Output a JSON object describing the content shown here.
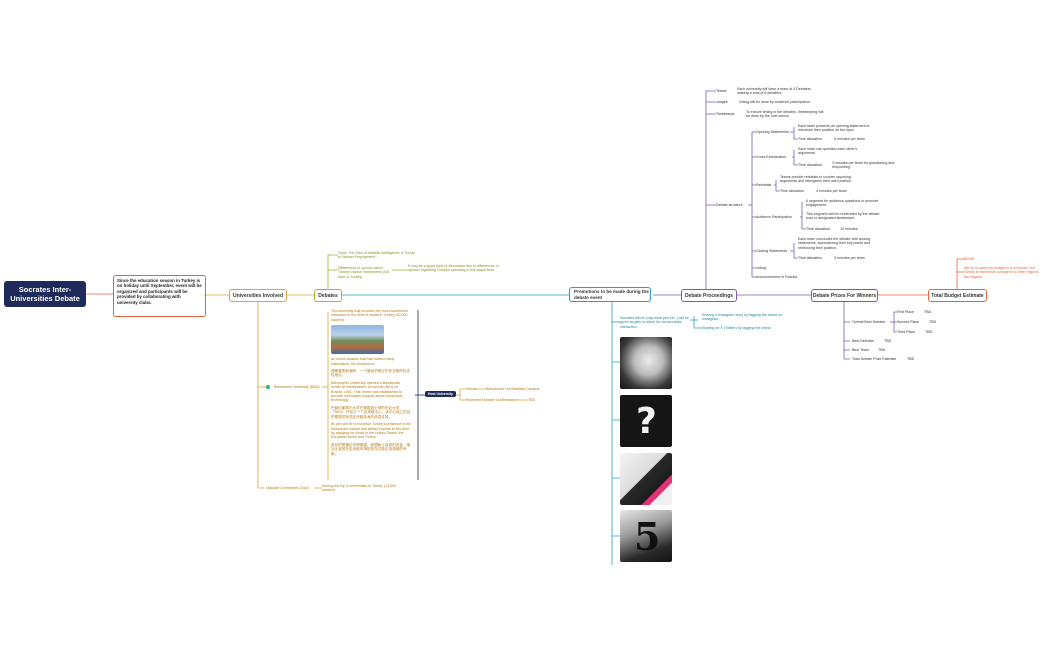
{
  "root": "Socrates Inter-Universities Debate",
  "intro": "Since the education season in Turkey is on holiday until September, event will be organized and participants will be provided by collaborating with university clubs.",
  "main_topics": {
    "universities": "Universities Involved",
    "debates": "Debates",
    "promotions": "Promotions to be made during the debate event",
    "proceedings": "Debate Proceedings",
    "prizes": "Debate Prizes For Winners",
    "budget": "Total Budget Estimate"
  },
  "debates": {
    "topic": "Topic: The Rise of Artificial Intelligence: A Threat to Human Employment?",
    "option": "Differences of opinion about Turkey's space investments (hot topic in Turkey)",
    "option_note": "It may be a good topic of discussion due to differences of opinion regarding Turkey's spending in the space field."
  },
  "universities": {
    "bahcesehir": "Bahcesehir University (BAU)",
    "bahcesehir_notes": [
      "The university that provides the most successful education in the field of media in Turkey (30.000 student).",
      "An iconic location that has hosted many civilizations, the Bosphorus",
      "博斯普鲁斯海峡，一个曾经孕育过许多文明的标志性地点。",
      "Bahçeşehir University opened a Blockchain center at Northeastern University (NEU) in Boston, USA. This center was established to provide information support about blockchain technology.",
      "巴赫切谢希尔大学在美国波士顿的东北大学（NEU）开设了一个区块链中心。该中心成立的目的是提供有关区块链技术的信息支持。",
      "Its aim will be to increase Turkey's presence in the blockchain market and attract experts in this field by applying for funds in the United States, the European Union and Turkey.",
      "其目的是通过申请美国、欧盟和土耳其的资金，增加土耳其在区块链市场的存在并吸引该领域的专家。"
    ],
    "host": "Host University",
    "venue_label": "Venue",
    "venue_value": "Bahcesehir Uni Besiktas Campus",
    "attendance_label": "Expected Number of Attendance",
    "attendance_value": "TBD",
    "uskudar": "Uskudar Universities (Ua2)",
    "uskudar_note": "Among the top 5 universities in Turkey (13.000 student)."
  },
  "promotions": {
    "merch": "Socrates Merch (cap,tshirt,pen etc..) will be given as gifts in return for social media interaction",
    "instagram": "Sharing a Instagram story by tagging the brand on Instagram",
    "twitter": "Sharing on X (Twitter) by tagging the brand"
  },
  "proceedings": {
    "teams": "Teams",
    "teams_note": "Each university will have a team of 4 Debaters, making a total of 8 debaters.",
    "judges": "Judges",
    "judges_note": "Voting will be done by audience participation",
    "timekeeper": "Timekeeper",
    "timekeeper_note": "To ensure timing in the debates, timekeeping will be done by the host school",
    "structure": "Debate structure",
    "opening": "Opening Statements",
    "opening_note": "Each team presents an opening statement to introduce their position on the topic.",
    "opening_time_label": "Time allocation",
    "opening_time": "5 minutes per team",
    "cross": "Cross Examination",
    "cross_note": "Each team can question each other's arguments.",
    "cross_time_label": "Time allocation",
    "cross_time": "3 minutes per team for questioning and responding",
    "rebuttals": "Rebuttals",
    "rebuttals_note": "Teams provide rebuttals to counter opposing arguments and strengthen their own position.",
    "rebuttals_time_label": "Time allocation",
    "rebuttals_time": "4 minutes per team",
    "audience": "Audience Participation",
    "audience_note1": "A segment for audience questions to promote engagement.",
    "audience_note2": "This segment will be moderated by the debate host or designated timekeeper.",
    "audience_time_label": "Time allocation",
    "audience_time": "10 minutes",
    "closing": "Closing Statements",
    "closing_note": "Each team concludes the debate with closing statements, summarizing their key points and reinforcing their position.",
    "closing_time_label": "Time allocation",
    "closing_time": "5 minutes per team",
    "voting": "Voting",
    "announcement": "Announcement of Results"
  },
  "prizes": {
    "overall": "Overall Best Debater",
    "first": "First Place",
    "second": "Second Place",
    "third": "Third Place",
    "rebuttal": "Best Rebuttal",
    "team": "Best Team",
    "total": "Total Debate Prize Estimate",
    "tbd": "TBD"
  },
  "budget": {
    "amount": "$000$",
    "note": "We try to keep the budget to a minimum, but Turkey is expensive compared to other regions like Nigeria"
  },
  "colors": {
    "root": "#1e2a5a",
    "intro": "#e8623a",
    "universities": "#e0a43a",
    "debates": "#a8b33a",
    "promotions": "#2a9fb0",
    "proceedings": "#7a5bb8",
    "prizes": "#7a5bb8",
    "budget": "#e8623a"
  },
  "icons": {
    "uni_marker": "green-dot-icon",
    "promo_images": [
      "cap-photo",
      "question-mark-photo",
      "notebook-photo",
      "number-photo"
    ],
    "campus_photo": "campus-photo"
  }
}
